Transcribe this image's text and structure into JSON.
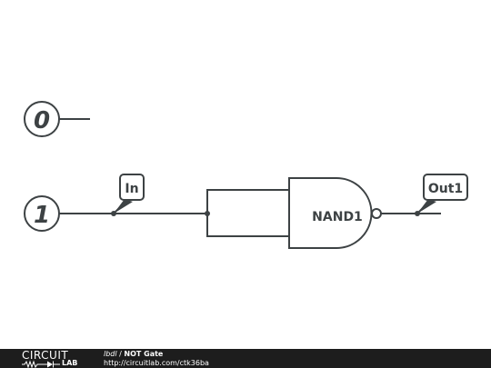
{
  "inputs": [
    {
      "value": "0"
    },
    {
      "value": "1"
    }
  ],
  "labels": {
    "in": "In",
    "out": "Out1"
  },
  "gate": {
    "name": "NAND1"
  },
  "footer": {
    "brand_top": "CIRCUIT",
    "brand_bottom": "LAB",
    "user": "lbdl",
    "separator": "/",
    "title": "NOT Gate",
    "url": "http://circuitlab.com/ctk36ba"
  },
  "colors": {
    "ink": "#3d4244",
    "footer_bg": "#1d1d1d"
  }
}
